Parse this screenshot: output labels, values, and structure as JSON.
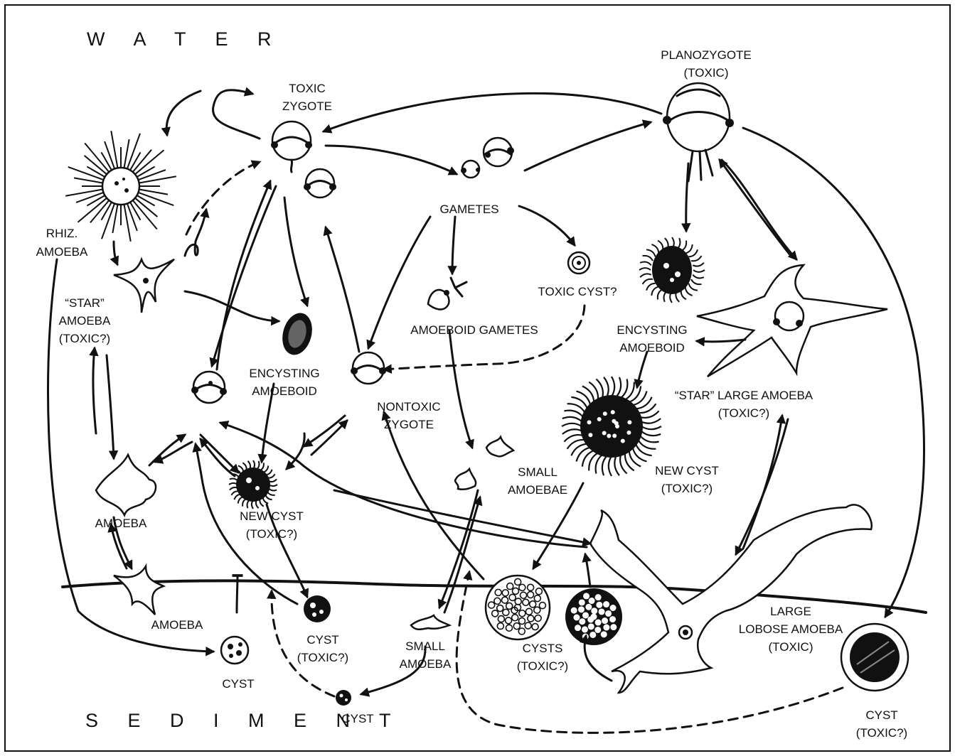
{
  "zones": {
    "water": "W A T E R",
    "sediment": "S E D I M E N T"
  },
  "labels": {
    "toxic_zygote": [
      "TOXIC",
      "ZYGOTE"
    ],
    "planozygote": [
      "PLANOZYGOTE",
      "(TOXIC)"
    ],
    "rhiz_amoeba": [
      "RHIZ.",
      "AMOEBA"
    ],
    "star_amoeba": [
      "“STAR”",
      "AMOEBA",
      "(TOXIC?)"
    ],
    "gametes": "GAMETES",
    "toxic_cyst": "TOXIC CYST?",
    "amoeboid_gametes": "AMOEBOID GAMETES",
    "encysting_amoeboid_left": [
      "ENCYSTING",
      "AMOEBOID"
    ],
    "encysting_amoeboid_right": [
      "ENCYSTING",
      "AMOEBOID"
    ],
    "star_large_amoeba": [
      "“STAR” LARGE AMOEBA",
      "(TOXIC?)"
    ],
    "nontoxic_zygote": [
      "NONTOXIC",
      "ZYGOTE"
    ],
    "amoeba_upper": "AMOEBA",
    "new_cyst_left": [
      "NEW CYST",
      "(TOXIC?)"
    ],
    "small_amoebae": [
      "SMALL",
      "AMOEBAE"
    ],
    "new_cyst_right": [
      "NEW CYST",
      "(TOXIC?)"
    ],
    "amoeba_lower": "AMOEBA",
    "cyst_left": "CYST",
    "cyst_toxic_left": [
      "CYST",
      "(TOXIC?)"
    ],
    "small_amoeba": [
      "SMALL",
      "AMOEBA"
    ],
    "cyst_bottom": "CYST",
    "cysts_toxic": [
      "CYSTS",
      "(TOXIC?)"
    ],
    "large_lobose_amoeba": [
      "LARGE",
      "LOBOSE AMOEBA",
      "(TOXIC)"
    ],
    "cyst_toxic_right": [
      "CYST",
      "(TOXIC?)"
    ]
  }
}
